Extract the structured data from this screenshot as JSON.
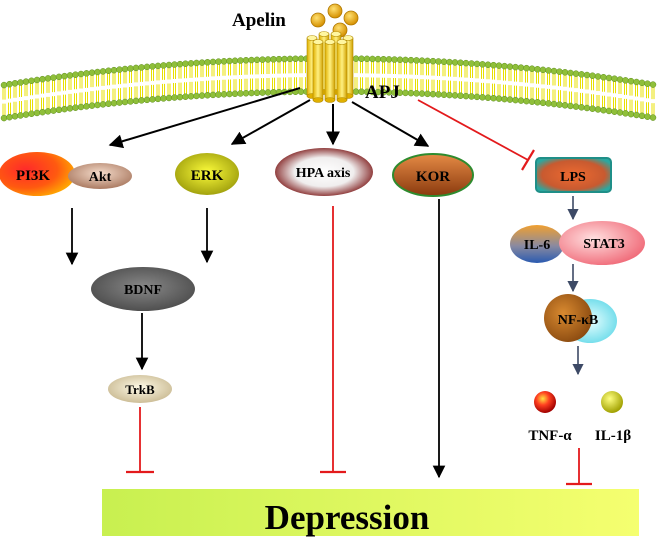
{
  "ligand": "Apelin",
  "receptor": "APJ",
  "nodes": {
    "pi3k": "PI3K",
    "akt": "Akt",
    "erk": "ERK",
    "hpa": "HPA axis",
    "kor": "KOR",
    "lps": "LPS",
    "il6": "IL-6",
    "stat3": "STAT3",
    "bdnf": "BDNF",
    "nfkb": "NF-κB",
    "trkb": "TrkB",
    "tnfa": "TNF-α",
    "il1b": "IL-1β"
  },
  "outcome": "Depression",
  "colors": {
    "activation_arrow": "#000000",
    "inhibition": "#e31a1c",
    "small_arrow": "#3d4a66",
    "membrane_head": "#8fbf3a",
    "membrane_tail": "#e8e000",
    "depression_bar_left": "#c8f050",
    "depression_bar_right": "#f5ff70"
  }
}
